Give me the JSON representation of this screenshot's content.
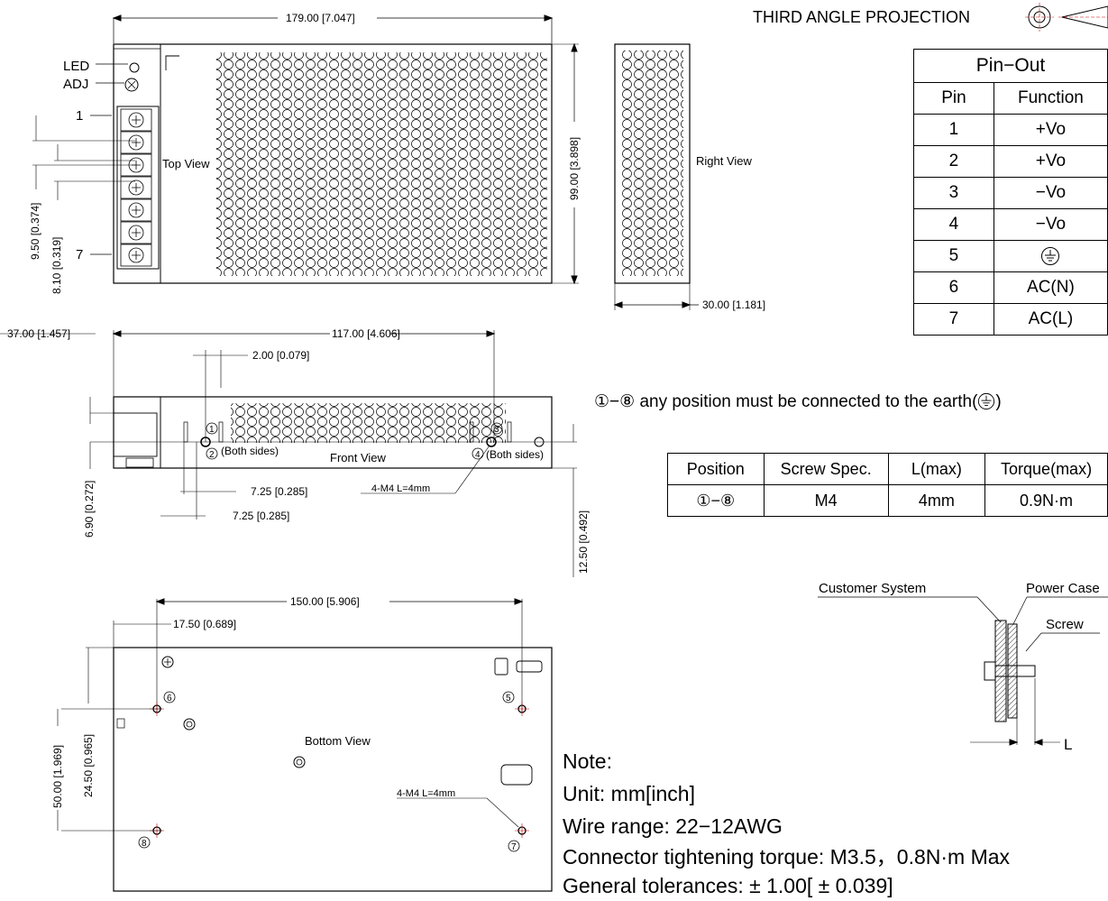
{
  "projection": "THIRD ANGLE PROJECTION",
  "top_view": {
    "width_dim": "179.00 [7.047]",
    "height_dim": "99.00 [3.898]",
    "led": "LED",
    "adj": "ADJ",
    "pin_first": "1",
    "pin_last": "7",
    "label": "Top View",
    "pitch_dim": "9.50 [0.374]",
    "offset_dim": "8.10 [0.319]"
  },
  "right_view": {
    "label": "Right View",
    "depth_dim": "30.00 [1.181]"
  },
  "front_view": {
    "label": "Front View",
    "left_dim": "37.00 [1.457]",
    "span_dim": "117.00 [4.606]",
    "slot_dim": "2.00 [0.079]",
    "off1_dim": "7.25 [0.285]",
    "off2_dim": "7.25 [0.285]",
    "height1_dim": "6.90 [0.272]",
    "height2_dim": "12.50 [0.492]",
    "screw_label": "4-M4  L=4mm",
    "both_sides_left": "(Both sides)",
    "both_sides_right": "(Both sides)",
    "pos1": "1",
    "pos2": "2",
    "pos3": "3",
    "pos4": "4"
  },
  "bottom_view": {
    "label": "Bottom View",
    "span_dim": "150.00 [5.906]",
    "left_dim": "17.50 [0.689]",
    "height1_dim": "50.00 [1.969]",
    "height2_dim": "24.50 [0.965]",
    "screw_label": "4-M4  L=4mm",
    "pos5": "5",
    "pos6": "6",
    "pos7": "7",
    "pos8": "8"
  },
  "pinout": {
    "title": "Pin−Out",
    "headers": [
      "Pin",
      "Function"
    ],
    "rows": [
      [
        "1",
        "+Vo"
      ],
      [
        "2",
        "+Vo"
      ],
      [
        "3",
        "−Vo"
      ],
      [
        "4",
        "−Vo"
      ],
      [
        "5",
        "earth-ground-icon"
      ],
      [
        "6",
        "AC(N)"
      ],
      [
        "7",
        "AC(L)"
      ]
    ]
  },
  "earth_note": {
    "prefix": "①−⑧",
    "text": "any position must be connected to the earth(",
    "suffix": ")"
  },
  "screw_table": {
    "headers": [
      "Position",
      "Screw Spec.",
      "L(max)",
      "Torque(max)"
    ],
    "row": [
      "①−⑧",
      "M4",
      "4mm",
      "0.9N·m"
    ]
  },
  "mounting": {
    "customer_system": "Customer System",
    "power_case": "Power Case",
    "screw": "Screw",
    "length": "L"
  },
  "notes": {
    "heading": "Note:",
    "unit": "Unit: mm[inch]",
    "wire": "Wire range: 22−12AWG",
    "torque": "Connector tightening torque: M3.5，0.8N·m Max",
    "tolerance": "General tolerances:  ± 1.00[ ± 0.039]"
  }
}
